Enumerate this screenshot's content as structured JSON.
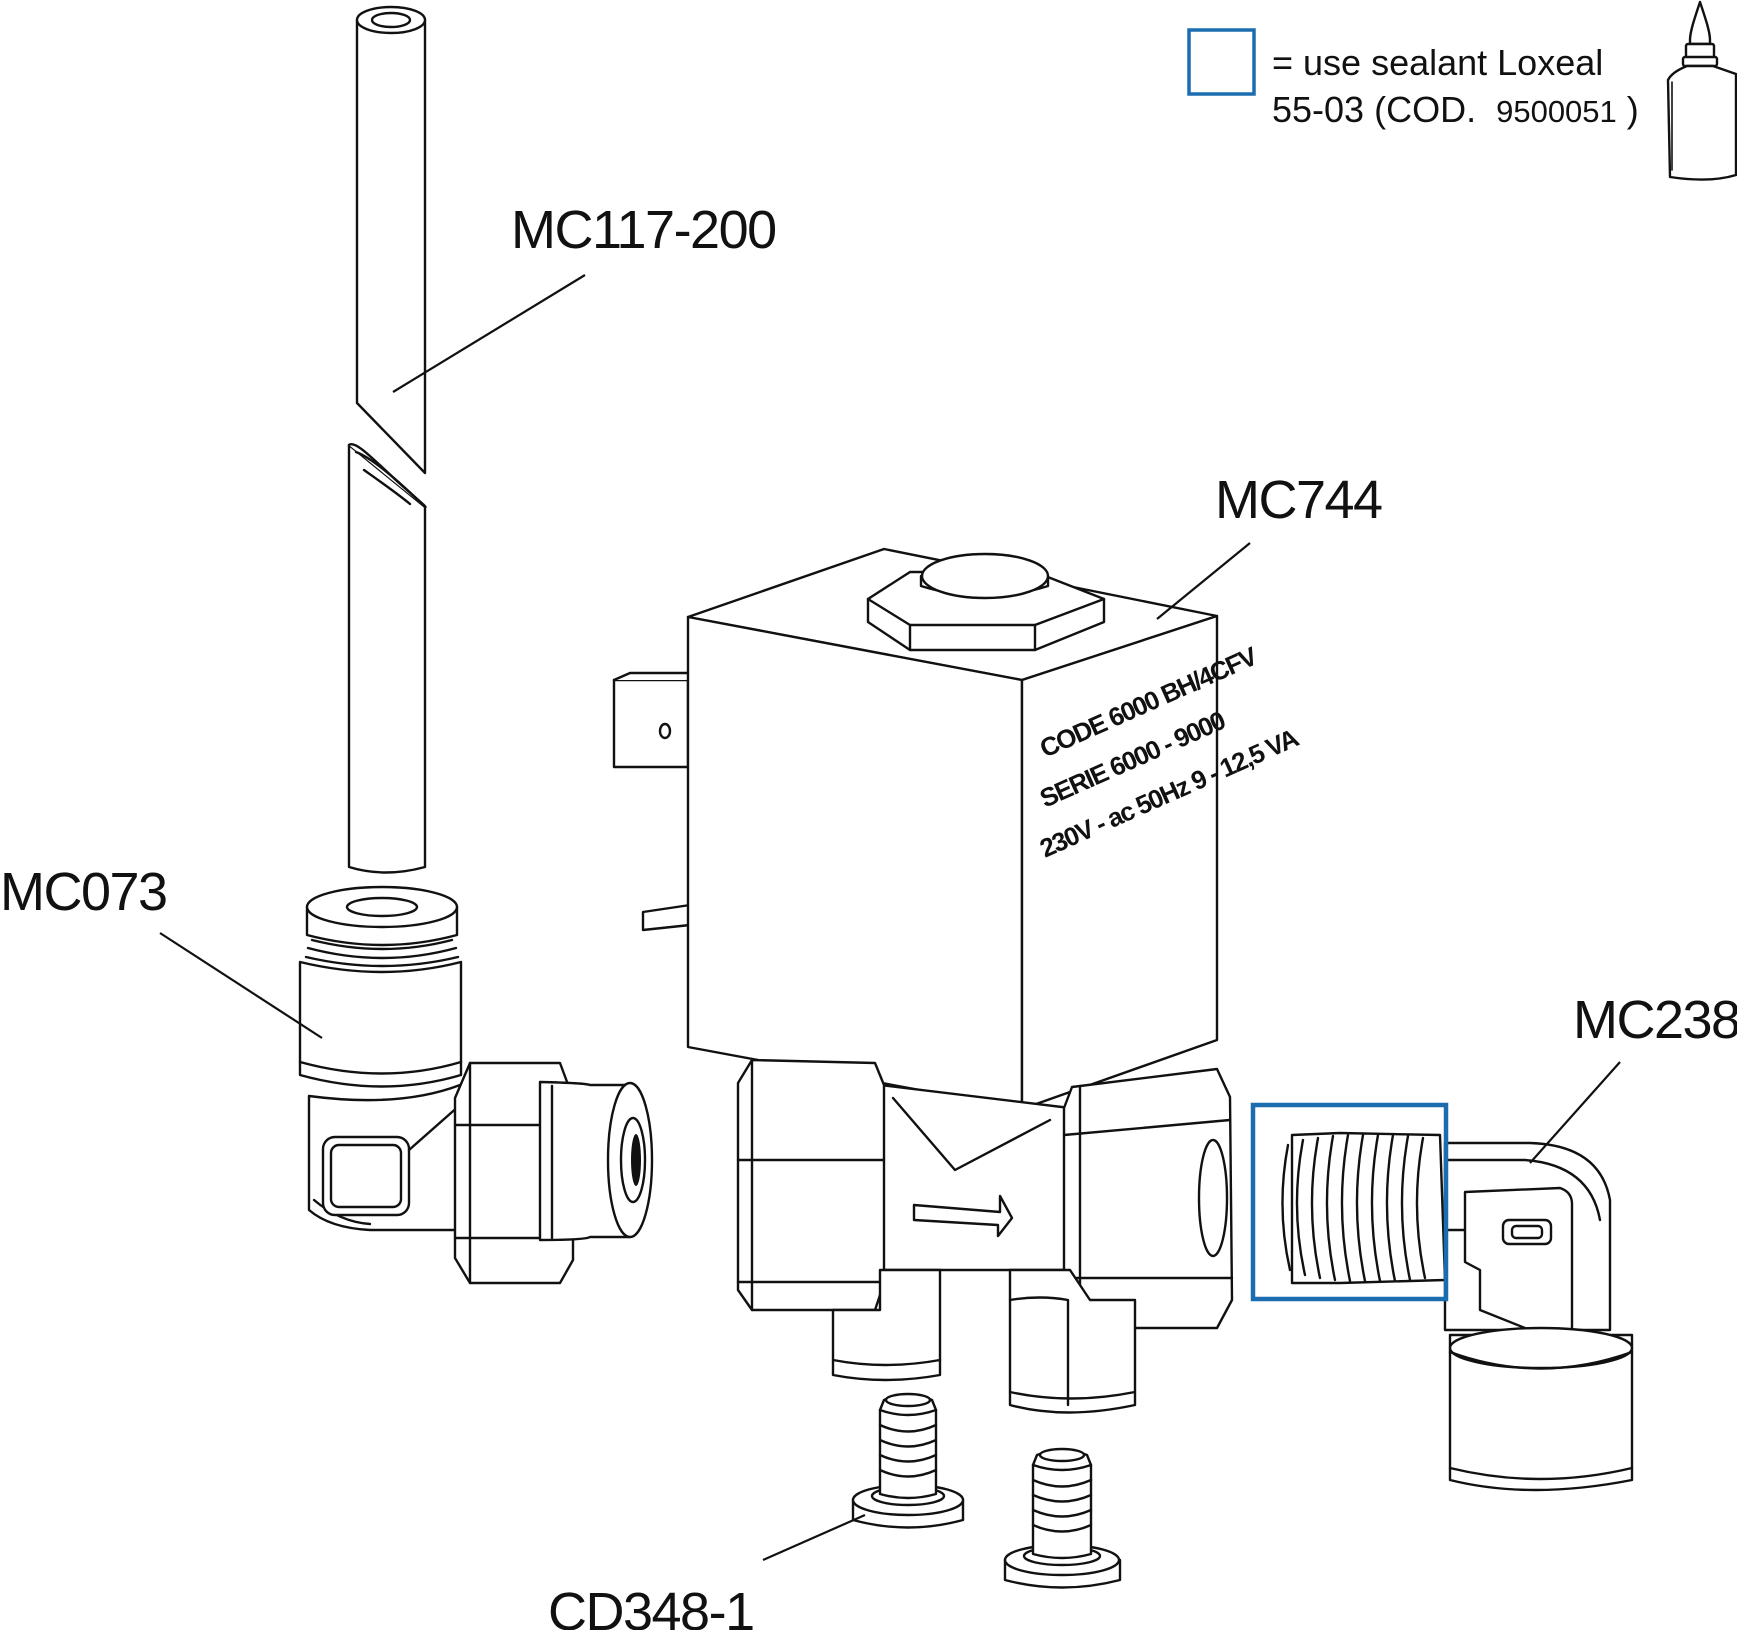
{
  "labels": {
    "tube": "MC117-200",
    "fitting": "MC073",
    "valve": "MC744",
    "elbow": "MC238",
    "screw": "CD348-1"
  },
  "legend": {
    "line1": "= use sealant Loxeal",
    "line2_prefix": "55-03 (COD.",
    "code": "9500051",
    "line2_suffix": ")"
  },
  "coil_marking": {
    "line1": "CODE 6000 BH/4CFV",
    "line2": "SERIE 6000 - 9000",
    "line3": "230V - ac 50Hz 9 - 12,5 VA"
  },
  "colors": {
    "sealant_box": "#1b6db0",
    "line": "#111111",
    "background": "#ffffff"
  }
}
